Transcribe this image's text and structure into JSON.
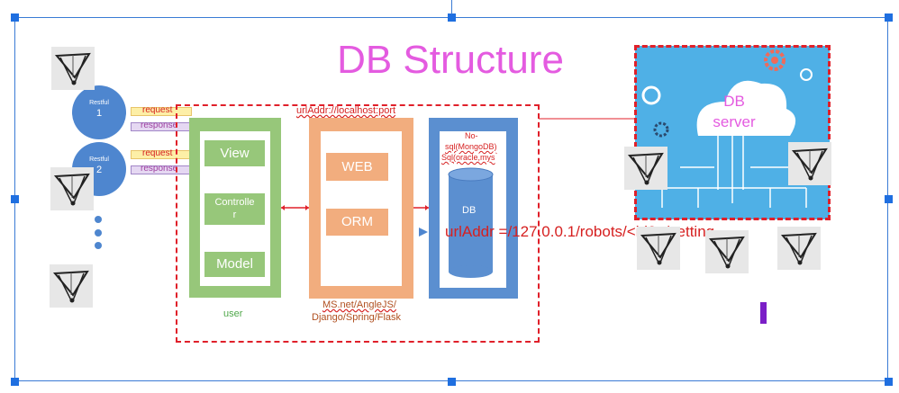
{
  "title": "DB Structure",
  "clients": [
    {
      "label": "Restful",
      "number": "1"
    },
    {
      "label": "Restful",
      "number": "2"
    }
  ],
  "request_label": "request",
  "response_label": "response",
  "url_addr_label": "urlAddr://localhost:port",
  "mvc": {
    "view": "View",
    "controller": "Controlle\nr",
    "model": "Model",
    "caption": "user"
  },
  "middle": {
    "web": "WEB",
    "orm": "ORM",
    "caption_line1": "MS.net/AngleJS/",
    "caption_line2": "Django/Spring/Flask"
  },
  "database": {
    "header_line1": "No-",
    "header_line2": "sql(MongoDB)",
    "header_line3": "Sql(oracle,mys",
    "cylinder_label": "DB"
  },
  "db_server": {
    "line1": "DB",
    "line2": "server"
  },
  "route_url": "urlAddr =/127.0.0.1/robots/<id?>/setting",
  "colors": {
    "title": "#e45be0",
    "dashed": "#e0202a",
    "green": "#97c77a",
    "orange": "#f2ad7e",
    "blue": "#5b8fd0",
    "cloud_panel": "#4fb0e6",
    "purple_bar": "#7b1fc7"
  },
  "icons": [
    "robot-arm-icon",
    "gear-icon",
    "cloud-icon",
    "database-cylinder-icon"
  ]
}
